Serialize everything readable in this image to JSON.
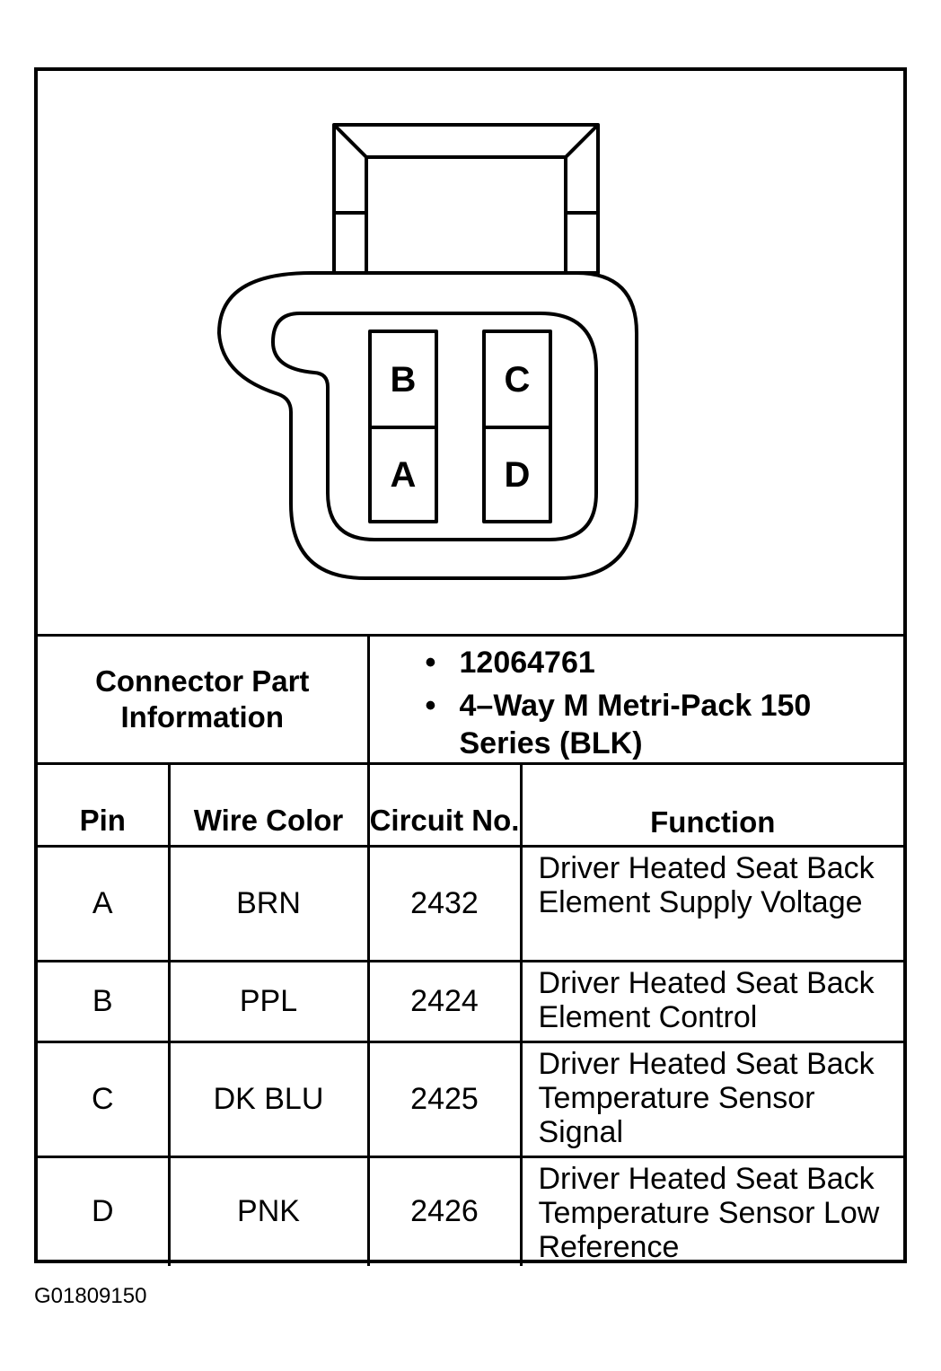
{
  "connector": {
    "pins": [
      "B",
      "C",
      "A",
      "D"
    ]
  },
  "info": {
    "label": "Connector Part Information",
    "items": [
      "12064761",
      "4–Way M Metri-Pack 150 Series (BLK)"
    ]
  },
  "table": {
    "headers": {
      "pin": "Pin",
      "wire_color": "Wire Color",
      "circuit": "Circuit No.",
      "function": "Function"
    },
    "rows": [
      {
        "pin": "A",
        "color": "BRN",
        "circuit": "2432",
        "function": "Driver Heated Seat Back Element Supply Voltage"
      },
      {
        "pin": "B",
        "color": "PPL",
        "circuit": "2424",
        "function": "Driver Heated Seat Back Element Control"
      },
      {
        "pin": "C",
        "color": "DK BLU",
        "circuit": "2425",
        "function": "Driver Heated Seat Back Temperature Sensor Signal"
      },
      {
        "pin": "D",
        "color": "PNK",
        "circuit": "2426",
        "function": "Driver Heated Seat Back Temperature Sensor Low Reference"
      }
    ]
  },
  "figure_id": "G01809150"
}
